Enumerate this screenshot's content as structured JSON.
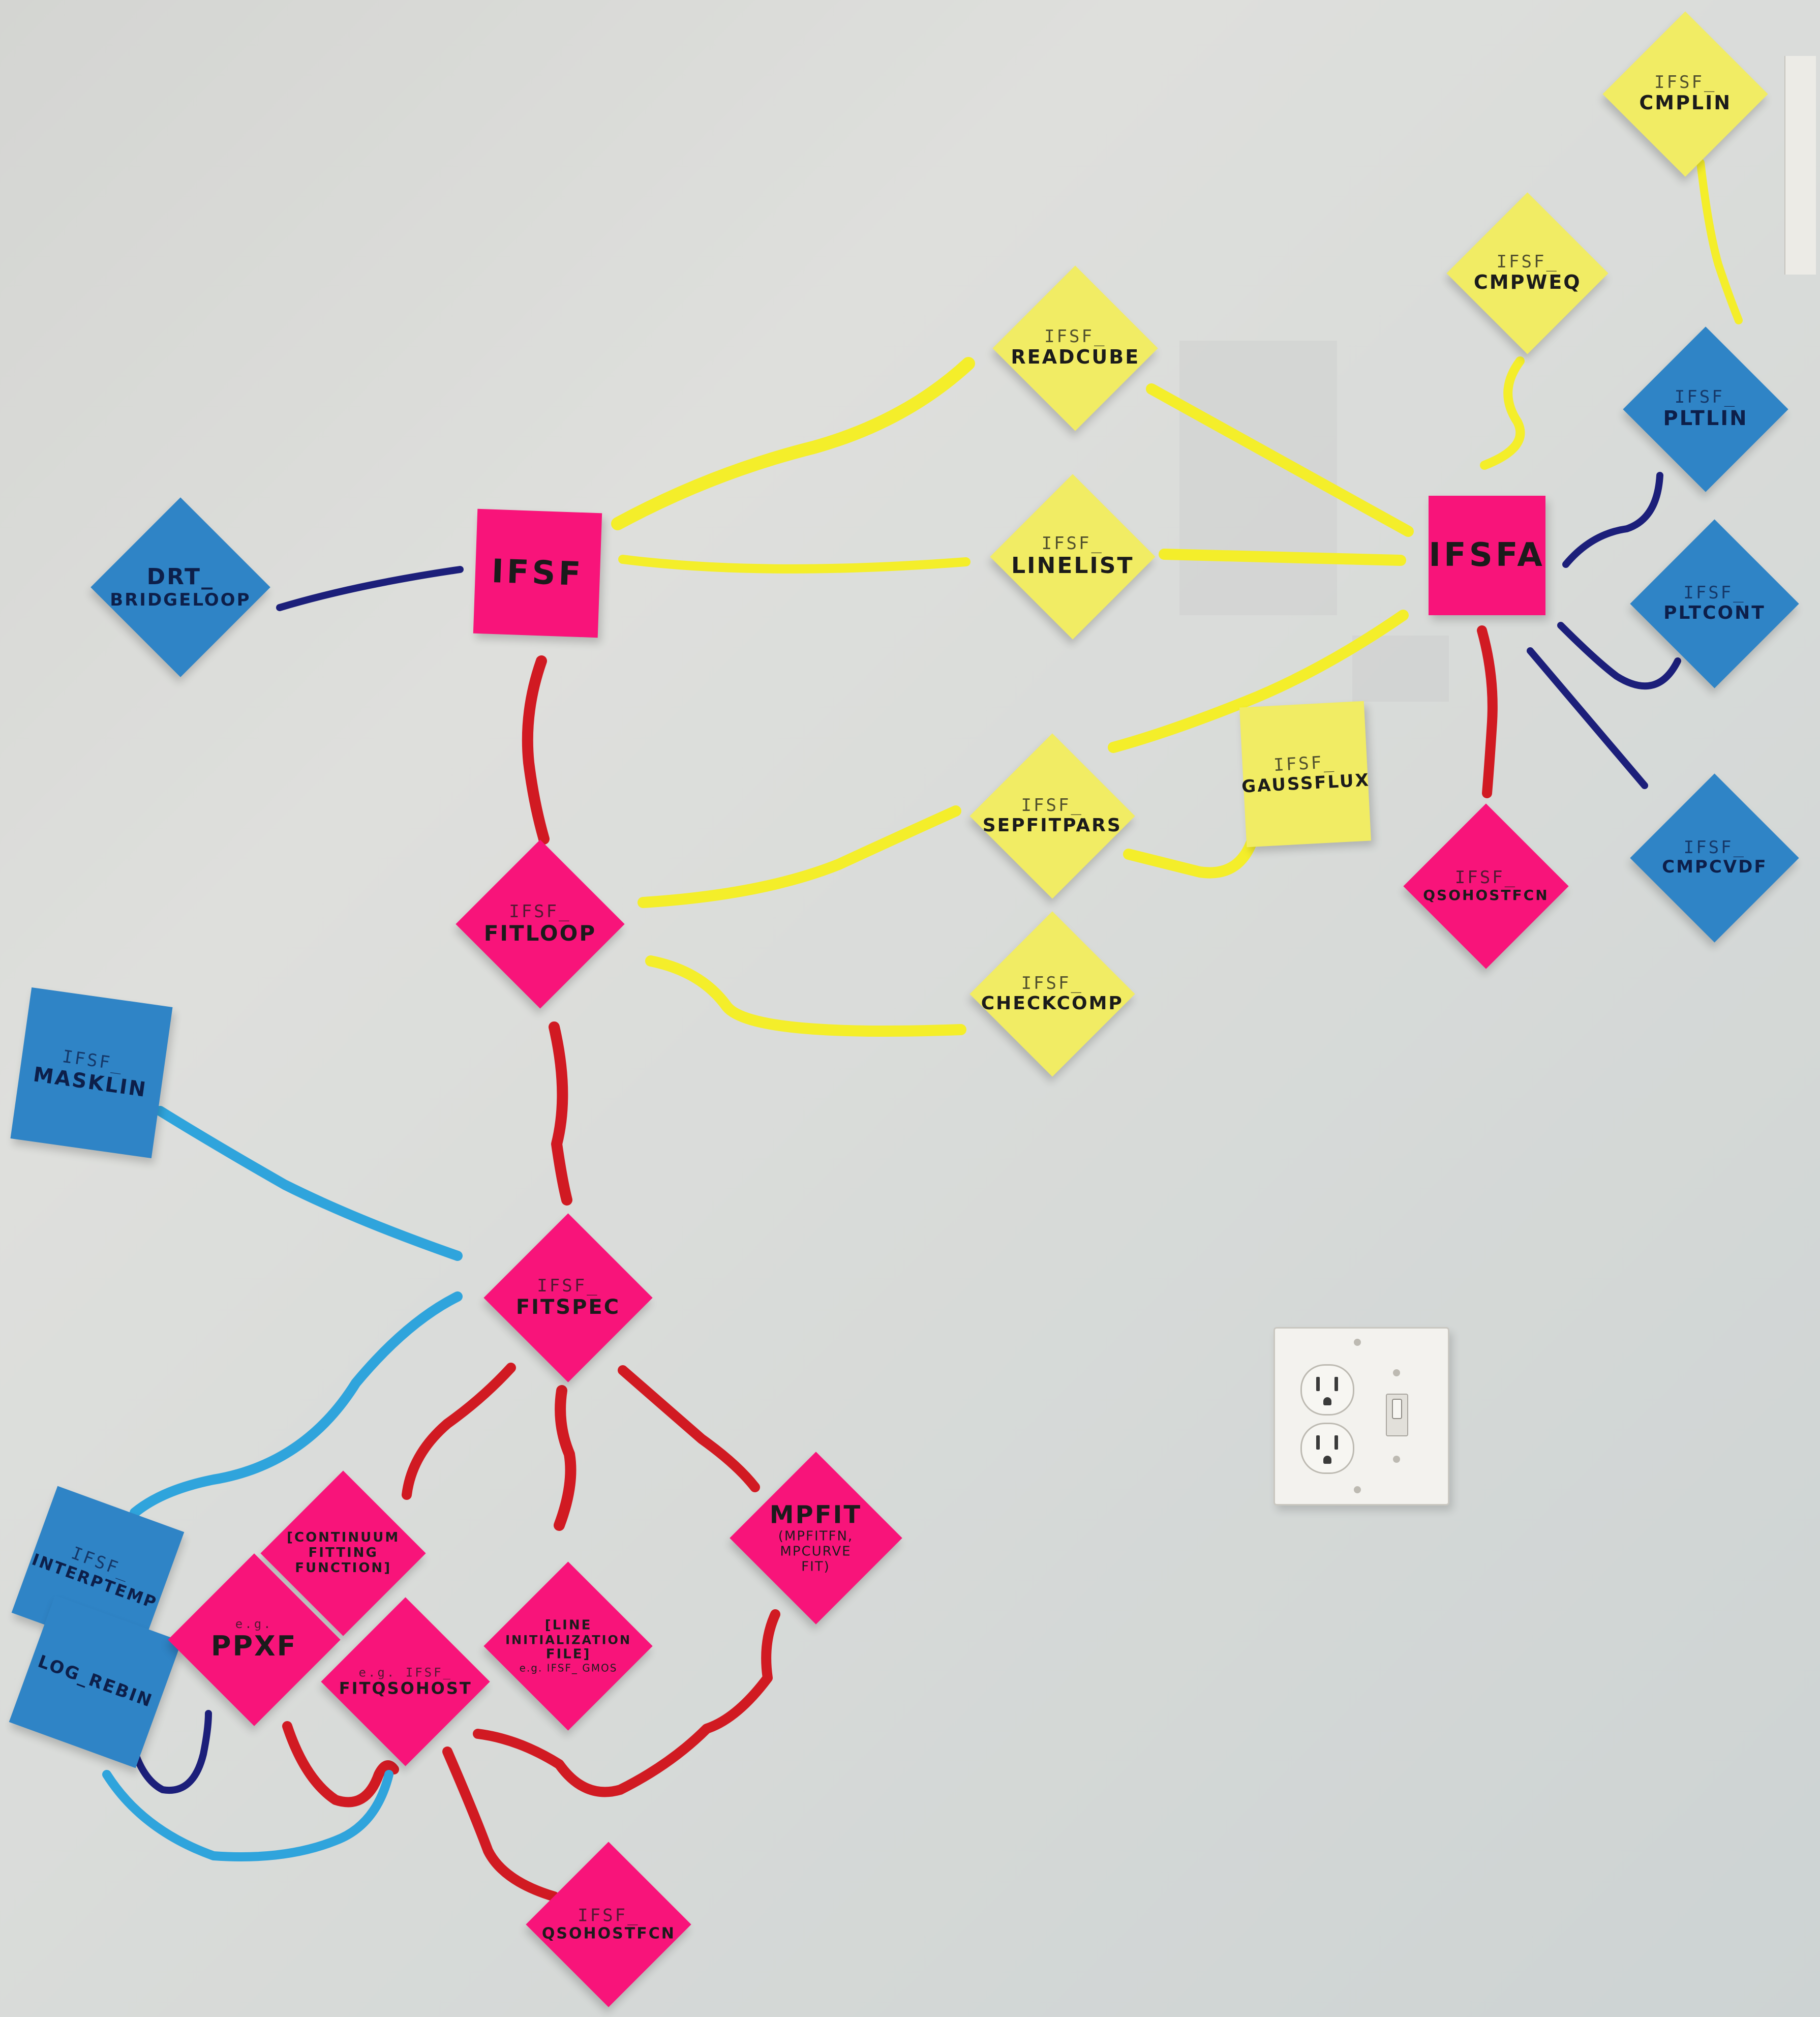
{
  "notes": {
    "drt_bridgeloop": {
      "prefix": "DRT_",
      "label": "BRIDGELOOP"
    },
    "ifsf": {
      "label": "IFSF"
    },
    "ifsf_readcube": {
      "prefix": "IFSF_",
      "label": "READCUBE"
    },
    "ifsf_linelist": {
      "prefix": "IFSF_",
      "label": "LINELIST"
    },
    "ifsfa": {
      "label": "IFSFA"
    },
    "ifsf_cmpweq": {
      "prefix": "IFSF_",
      "label": "CMPWEQ"
    },
    "ifsf_cmplin": {
      "prefix": "IFSF_",
      "label": "CMPLIN"
    },
    "ifsf_pltlin": {
      "prefix": "IFSF_",
      "label": "PLTLIN"
    },
    "ifsf_pltcont": {
      "prefix": "IFSF_",
      "label": "PLTCONT"
    },
    "ifsf_cmpcvdf": {
      "prefix": "IFSF_",
      "label": "CMPCVDF"
    },
    "ifsf_qsohostfcn_top": {
      "prefix": "IFSF_",
      "label": "QSOHOSTFCN"
    },
    "ifsf_gaussflux": {
      "prefix": "IFSF_",
      "label": "GAUSSFLUX"
    },
    "ifsf_sepfitpars": {
      "prefix": "IFSF_",
      "label": "SEPFITPARS"
    },
    "ifsf_fitloop": {
      "prefix": "IFSF_",
      "label": "FITLOOP"
    },
    "ifsf_checkcomp": {
      "prefix": "IFSF_",
      "label": "CHECKCOMP"
    },
    "ifsf_masklin": {
      "prefix": "IFSF_",
      "label": "MASKLIN"
    },
    "ifsf_fitspec": {
      "prefix": "IFSF_",
      "label": "FITSPEC"
    },
    "continuum": {
      "line1": "[CONTINUUM",
      "line2": "FITTING",
      "line3": "FUNCTION]"
    },
    "mpfit": {
      "label": "MPFIT",
      "sub1": "(MPFITFN,",
      "sub2": "MPCURVE",
      "sub3": "FIT)"
    },
    "ifsf_interptemp": {
      "prefix": "IFSF_",
      "label": "INTERPTEMP"
    },
    "log_rebin": {
      "label": "LOG_REBIN"
    },
    "ppxf": {
      "prefix": "e.g.",
      "label": "PPXF"
    },
    "fitqsohost": {
      "prefix": "e.g. IFSF_",
      "label": "FITQSOHOST"
    },
    "line_init": {
      "line1": "[LINE",
      "line2": "INITIALIZATION",
      "line3": "FILE]",
      "sub": "e.g. IFSF_ GMOS"
    },
    "ifsf_qsohostfcn_bottom": {
      "prefix": "IFSF_",
      "label": "QSOHOSTFCN"
    }
  },
  "colors": {
    "yellow_note": "#f1ec64",
    "pink_note": "#f8147a",
    "blue_note": "#2f84c6",
    "yellow_string": "#f4ee2a",
    "red_string": "#d11a22",
    "navy_string": "#1c1f7a",
    "cyan_string": "#2fa4dc"
  }
}
